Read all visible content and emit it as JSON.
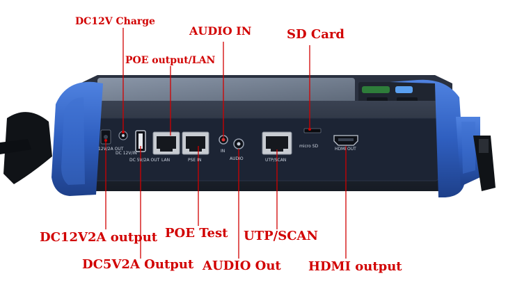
{
  "callouts": {
    "dc12v_charge": "DC12V Charge",
    "poe_output_lan": "POE output/LAN",
    "audio_in": "AUDIO IN",
    "sd_card": "SD Card",
    "dc12v2a_output": "DC12V2A output",
    "poe_test": "POE Test",
    "utp_scan": "UTP/SCAN",
    "dc5v2a_output": "DC5V2A Output",
    "audio_out": "AUDIO Out",
    "hdmi_output": "HDMI output"
  },
  "panel_labels": {
    "dc_out": "12V/2A OUT",
    "dc_in": "DC 12V/IN",
    "usb": "DC 5V/2A OUT",
    "lan": "LAN",
    "pse_in": "PSE IN",
    "in": "IN",
    "audio": "AUDIO",
    "utp_scan": "UTP/SCAN",
    "micro_sd": "micro SD",
    "hdmi_out": "HDMI OUT"
  },
  "colors": {
    "callout_red": "#d10000",
    "bumper_blue": "#2f5fc0",
    "panel_dark": "#1c2434"
  }
}
